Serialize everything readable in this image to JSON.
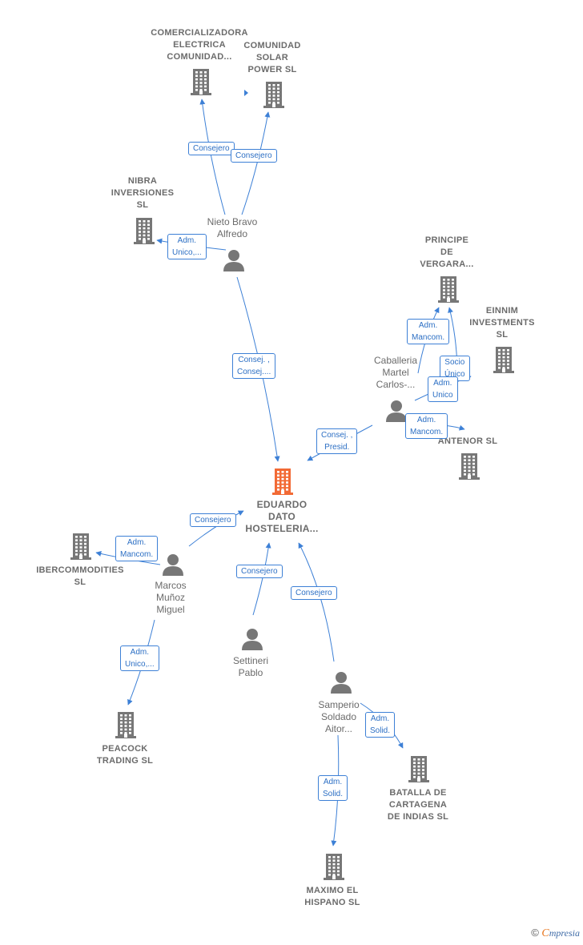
{
  "colors": {
    "edge": "#3d80d6",
    "node": "#777777",
    "main": "#f26a35"
  },
  "nodes": [
    {
      "id": "n_comercializadora",
      "kind": "company",
      "label": "COMERCIALIZADORA\nELECTRICA\nCOMUNIDAD..."
    },
    {
      "id": "n_comunidad_solar",
      "kind": "company",
      "label": "COMUNIDAD\nSOLAR\nPOWER  SL"
    },
    {
      "id": "n_nibra",
      "kind": "company",
      "label": "NIBRA\nINVERSIONES\nSL"
    },
    {
      "id": "n_nieto",
      "kind": "person",
      "label": "Nieto Bravo\nAlfredo"
    },
    {
      "id": "n_principe",
      "kind": "company",
      "label": "PRINCIPE\nDE\nVERGARA..."
    },
    {
      "id": "n_einnim",
      "kind": "company",
      "label": "EINNIM\nINVESTMENTS\nSL"
    },
    {
      "id": "n_caballeria",
      "kind": "person",
      "label": "Caballeria\nMartel\nCarlos-..."
    },
    {
      "id": "n_antenor",
      "kind": "company",
      "label": "ANTENOR SL"
    },
    {
      "id": "n_eduardo",
      "kind": "main",
      "label": "EDUARDO\nDATO\nHOSTELERIA..."
    },
    {
      "id": "n_ibercommodities",
      "kind": "company",
      "label": "IBERCOMMODITIES\nSL"
    },
    {
      "id": "n_marcos",
      "kind": "person",
      "label": "Marcos\nMuñoz\nMiguel"
    },
    {
      "id": "n_settineri",
      "kind": "person",
      "label": "Settineri\nPablo"
    },
    {
      "id": "n_samperio",
      "kind": "person",
      "label": "Samperio\nSoldado\nAitor..."
    },
    {
      "id": "n_peacock",
      "kind": "company",
      "label": "PEACOCK\nTRADING  SL"
    },
    {
      "id": "n_batalla",
      "kind": "company",
      "label": "BATALLA DE\nCARTAGENA\nDE INDIAS  SL"
    },
    {
      "id": "n_maximo",
      "kind": "company",
      "label": "MAXIMO EL\nHISPANO  SL"
    }
  ],
  "edges": [
    {
      "from": "n_nieto",
      "to": "n_comercializadora",
      "label": "Consejero"
    },
    {
      "from": "n_nieto",
      "to": "n_comunidad_solar",
      "label": "Consejero"
    },
    {
      "from": "n_nieto",
      "to": "n_nibra",
      "label": "Adm.\nUnico,..."
    },
    {
      "from": "n_nieto",
      "to": "n_eduardo",
      "label": "Consej. ,\nConsej...."
    },
    {
      "from": "n_caballeria",
      "to": "n_principe",
      "label": "Adm.\nMancom."
    },
    {
      "from": "n_caballeria",
      "to": "n_principe",
      "label": "Socio\nÚnico"
    },
    {
      "from": "n_caballeria",
      "to": "n_einnim",
      "label": "Adm.\nUnico"
    },
    {
      "from": "n_caballeria",
      "to": "n_antenor",
      "label": "Adm.\nMancom."
    },
    {
      "from": "n_caballeria",
      "to": "n_eduardo",
      "label": "Consej. ,\nPresid."
    },
    {
      "from": "n_marcos",
      "to": "n_eduardo",
      "label": "Consejero"
    },
    {
      "from": "n_marcos",
      "to": "n_ibercommodities",
      "label": "Adm.\nMancom."
    },
    {
      "from": "n_marcos",
      "to": "n_peacock",
      "label": "Adm.\nUnico,..."
    },
    {
      "from": "n_settineri",
      "to": "n_eduardo",
      "label": "Consejero"
    },
    {
      "from": "n_samperio",
      "to": "n_eduardo",
      "label": "Consejero"
    },
    {
      "from": "n_samperio",
      "to": "n_batalla",
      "label": "Adm.\nSolid."
    },
    {
      "from": "n_samperio",
      "to": "n_maximo",
      "label": "Adm.\nSolid."
    }
  ],
  "footer": {
    "copyright": "©",
    "brand_initial": "C",
    "brand_rest": "mpresia"
  }
}
